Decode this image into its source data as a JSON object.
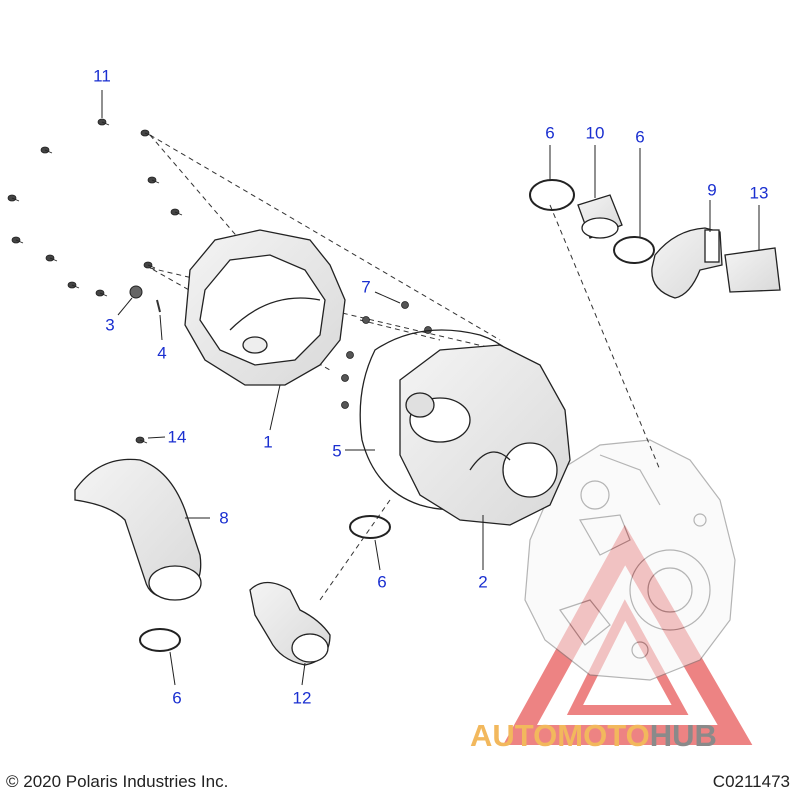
{
  "callouts": [
    "11",
    "6",
    "10",
    "6",
    "9",
    "13",
    "7",
    "3",
    "4",
    "1",
    "5",
    "14",
    "8",
    "2",
    "6",
    "6",
    "12"
  ],
  "footer": {
    "copyright": "© 2020 Polaris Industries Inc.",
    "code": "C0211473"
  },
  "watermark": {
    "part1": "AUTOMOTO",
    "part2": "HUB",
    "color_accent": "#f2b85d",
    "color_gray": "#8a8a8a",
    "triangle_color": "#e85a5a"
  }
}
